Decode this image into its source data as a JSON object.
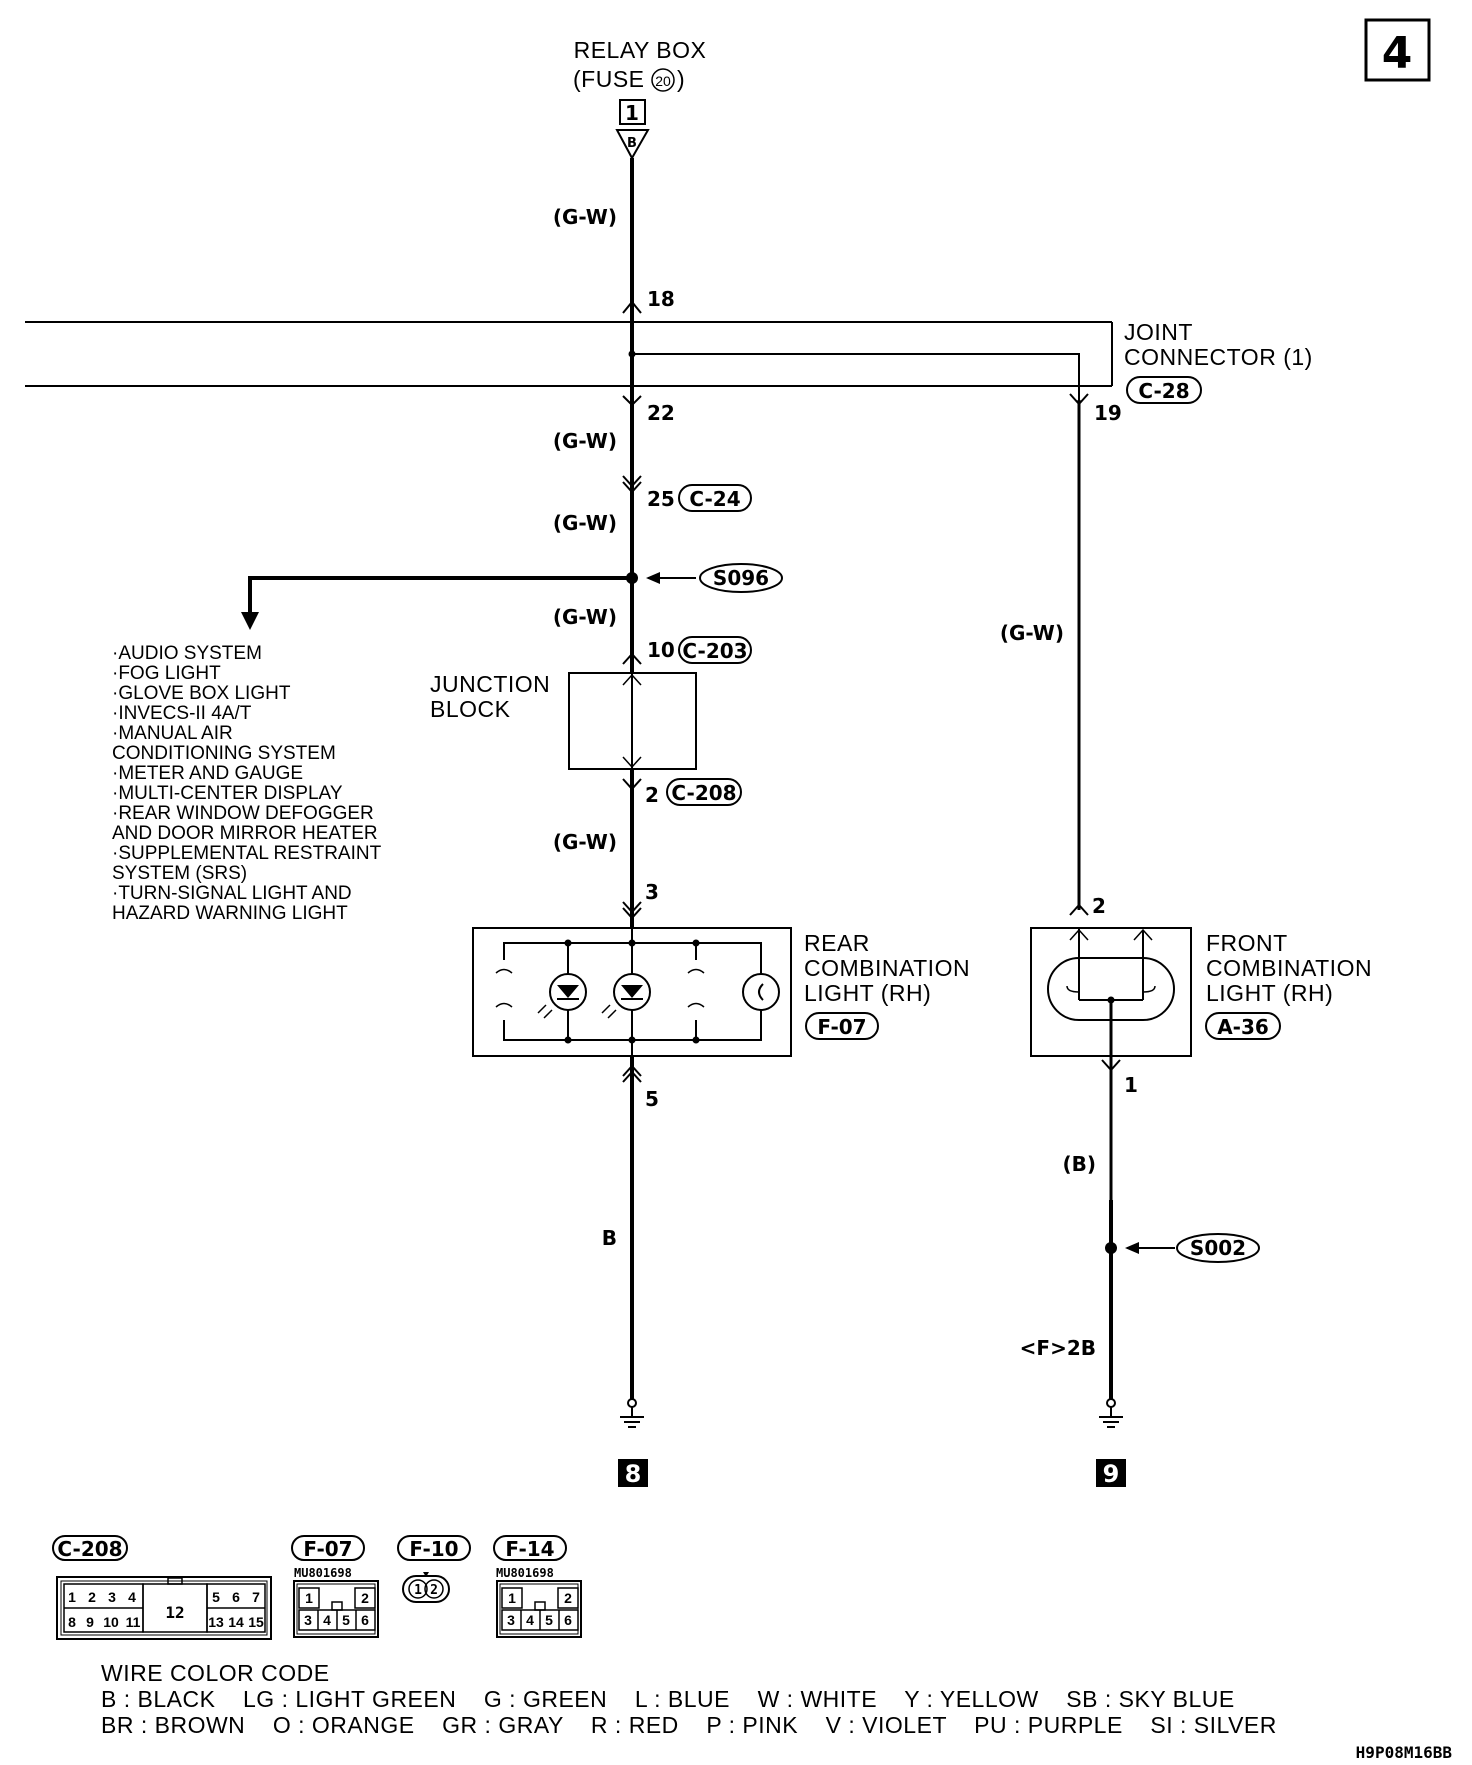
{
  "page_number": "4",
  "relay_box": {
    "title": "RELAY BOX",
    "fuse_prefix": "(FUSE",
    "fuse_no": "20",
    "fuse_suffix": ")",
    "connector_no": "1",
    "terminal": "B"
  },
  "wire_gw": "(G-W)",
  "wire_b_plain": "B",
  "wire_b_paren": "(B)",
  "pins": {
    "p18": "18",
    "p22": "22",
    "p19": "19",
    "p25": "25",
    "p10": "10",
    "p2a": "2",
    "p3": "3",
    "p5": "5",
    "p2b": "2",
    "p1": "1"
  },
  "joint_connector": {
    "line1": "JOINT",
    "line2": "CONNECTOR (1)",
    "code": "C-28"
  },
  "connectors": {
    "c24": "C-24",
    "c203": "C-203",
    "c208": "C-208"
  },
  "splices": {
    "s096": "S096",
    "s002": "S002"
  },
  "junction_block": {
    "line1": "JUNCTION",
    "line2": "BLOCK"
  },
  "destinations": [
    "·AUDIO SYSTEM",
    "·FOG LIGHT",
    "·GLOVE BOX LIGHT",
    "·INVECS-II 4A/T",
    "·MANUAL AIR",
    " CONDITIONING SYSTEM",
    "·METER AND GAUGE",
    "·MULTI-CENTER DISPLAY",
    "·REAR WINDOW DEFOGGER",
    " AND DOOR MIRROR HEATER",
    "·SUPPLEMENTAL RESTRAINT",
    " SYSTEM (SRS)",
    "·TURN-SIGNAL LIGHT AND",
    " HAZARD WARNING LIGHT"
  ],
  "rear_light": {
    "line1": "REAR",
    "line2": "COMBINATION",
    "line3": "LIGHT (RH)",
    "code": "F-07"
  },
  "front_light": {
    "line1": "FRONT",
    "line2": "COMBINATION",
    "line3": "LIGHT (RH)",
    "code": "A-36"
  },
  "ground_ref": "<F>2B",
  "grounds": {
    "g8": "8",
    "g9": "9"
  },
  "legend_connectors": {
    "c208": {
      "code": "C-208",
      "top": [
        "1",
        "2",
        "3",
        "4",
        "5",
        "6",
        "7"
      ],
      "bottom": [
        "8",
        "9",
        "10",
        "11",
        "13",
        "14",
        "15"
      ],
      "center": "12"
    },
    "f07": {
      "code": "F-07",
      "part": "MU801698",
      "top": [
        "1",
        "2"
      ],
      "bottom": [
        "3",
        "4",
        "5",
        "6"
      ]
    },
    "f10": {
      "code": "F-10",
      "pins": [
        "1",
        "2"
      ]
    },
    "f14": {
      "code": "F-14",
      "part": "MU801698",
      "top": [
        "1",
        "2"
      ],
      "bottom": [
        "3",
        "4",
        "5",
        "6"
      ]
    }
  },
  "wire_color_code": {
    "title": "WIRE COLOR CODE",
    "row1": "B : BLACK    LG : LIGHT GREEN    G : GREEN    L : BLUE    W : WHITE    Y : YELLOW    SB : SKY BLUE",
    "row2": "BR : BROWN    O : ORANGE    GR : GRAY    R : RED    P : PINK    V : VIOLET    PU : PURPLE    SI : SILVER"
  },
  "diagram_id": "H9P08M16BB"
}
